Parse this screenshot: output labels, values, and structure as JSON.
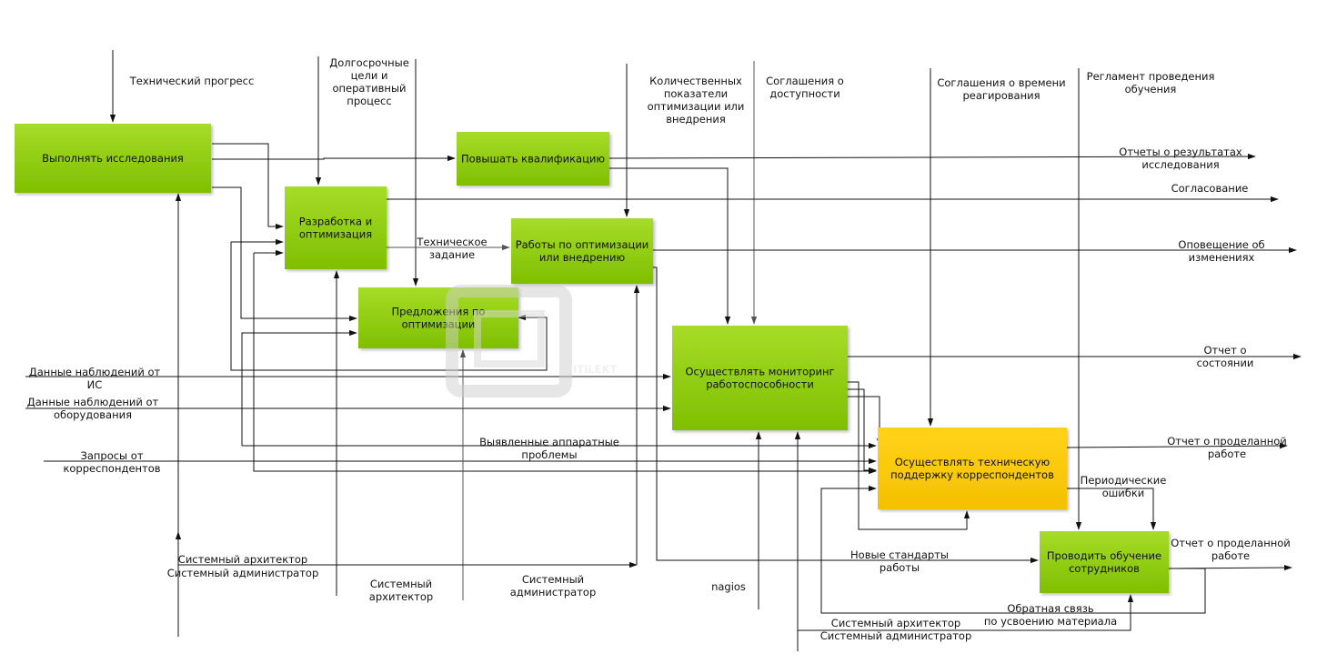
{
  "boxes": [
    {
      "id": "research",
      "lines": [
        "Выполнять исследования"
      ],
      "color": "#8fcf0a"
    },
    {
      "id": "develop",
      "lines": [
        "Разработка и",
        "оптимизация"
      ],
      "color": "#8fcf0a"
    },
    {
      "id": "qualify",
      "lines": [
        "Повышать квалификацию"
      ],
      "color": "#8fcf0a"
    },
    {
      "id": "optwork",
      "lines": [
        "Работы по оптимизации",
        "или внедрению"
      ],
      "color": "#8fcf0a"
    },
    {
      "id": "proposals",
      "lines": [
        "Предложения по",
        "оптимизации"
      ],
      "color": "#8fcf0a"
    },
    {
      "id": "monitor",
      "lines": [
        "Осуществлять мониторинг",
        "работоспособности"
      ],
      "color": "#8fcf0a"
    },
    {
      "id": "support",
      "lines": [
        "Осуществлять техническую",
        "поддержку корреспондентов"
      ],
      "color": "#ffcc00"
    },
    {
      "id": "training",
      "lines": [
        "Проводить обучение",
        "сотрудников"
      ],
      "color": "#8fcf0a"
    }
  ],
  "labels": [
    {
      "id": "tech-progress",
      "lines": [
        "Технический прогресс"
      ]
    },
    {
      "id": "longterm-goals",
      "lines": [
        "Долгосрочные",
        "цели и",
        "оперативный",
        "процесс"
      ]
    },
    {
      "id": "quant-indicators",
      "lines": [
        "Количественных",
        "показатели",
        "оптимизации или",
        "внедрения"
      ]
    },
    {
      "id": "availability-agreements",
      "lines": [
        "Соглашения о",
        "доступности"
      ]
    },
    {
      "id": "response-agreements",
      "lines": [
        "Соглашения о времени",
        "реагирования"
      ]
    },
    {
      "id": "training-regulations",
      "lines": [
        "Регламент проведения",
        "обучения"
      ]
    },
    {
      "id": "research-reports",
      "lines": [
        "Отчеты о результатах",
        "исследования"
      ]
    },
    {
      "id": "approval",
      "lines": [
        "Согласование"
      ]
    },
    {
      "id": "change-notice",
      "lines": [
        "Оповещение об",
        "изменениях"
      ]
    },
    {
      "id": "status-report",
      "lines": [
        "Отчет о",
        "состоянии"
      ]
    },
    {
      "id": "work-report-1",
      "lines": [
        "Отчет о проделанной",
        "работе"
      ]
    },
    {
      "id": "work-report-2",
      "lines": [
        "Отчет о проделанной",
        "работе"
      ]
    },
    {
      "id": "tech-task",
      "lines": [
        "Техническое",
        "задание"
      ]
    },
    {
      "id": "is-data",
      "lines": [
        "Данные наблюдений от",
        "ИС"
      ]
    },
    {
      "id": "equipment-data",
      "lines": [
        "Данные наблюдений от",
        "оборудования"
      ]
    },
    {
      "id": "correspondent-requests",
      "lines": [
        "Запросы от",
        "корреспондентов"
      ]
    },
    {
      "id": "hw-problems",
      "lines": [
        "Выявленные аппаратные",
        "проблемы"
      ]
    },
    {
      "id": "periodic-errors",
      "lines": [
        "Периодические",
        "ошибки"
      ]
    },
    {
      "id": "new-standards",
      "lines": [
        "Новые стандарты",
        "работы"
      ]
    },
    {
      "id": "feedback",
      "lines": [
        "Обратная связь",
        "по усвоению материала"
      ]
    },
    {
      "id": "sys-architect-1",
      "lines": [
        "Системный архитектор"
      ]
    },
    {
      "id": "sys-admin-1",
      "lines": [
        "Системный администратор"
      ]
    },
    {
      "id": "sys-architect-2",
      "lines": [
        "Системный",
        "архитектор"
      ]
    },
    {
      "id": "sys-admin-2",
      "lines": [
        "Системный",
        "администратор"
      ]
    },
    {
      "id": "nagios",
      "lines": [
        "nagios"
      ]
    },
    {
      "id": "sys-architect-3",
      "lines": [
        "Системный архитектор"
      ]
    },
    {
      "id": "sys-admin-3",
      "lines": [
        "Системный администратор"
      ]
    }
  ],
  "watermark": {
    "text": "ITILEKT"
  },
  "colors": {
    "line": "#111111",
    "grey_line": "#555555"
  }
}
